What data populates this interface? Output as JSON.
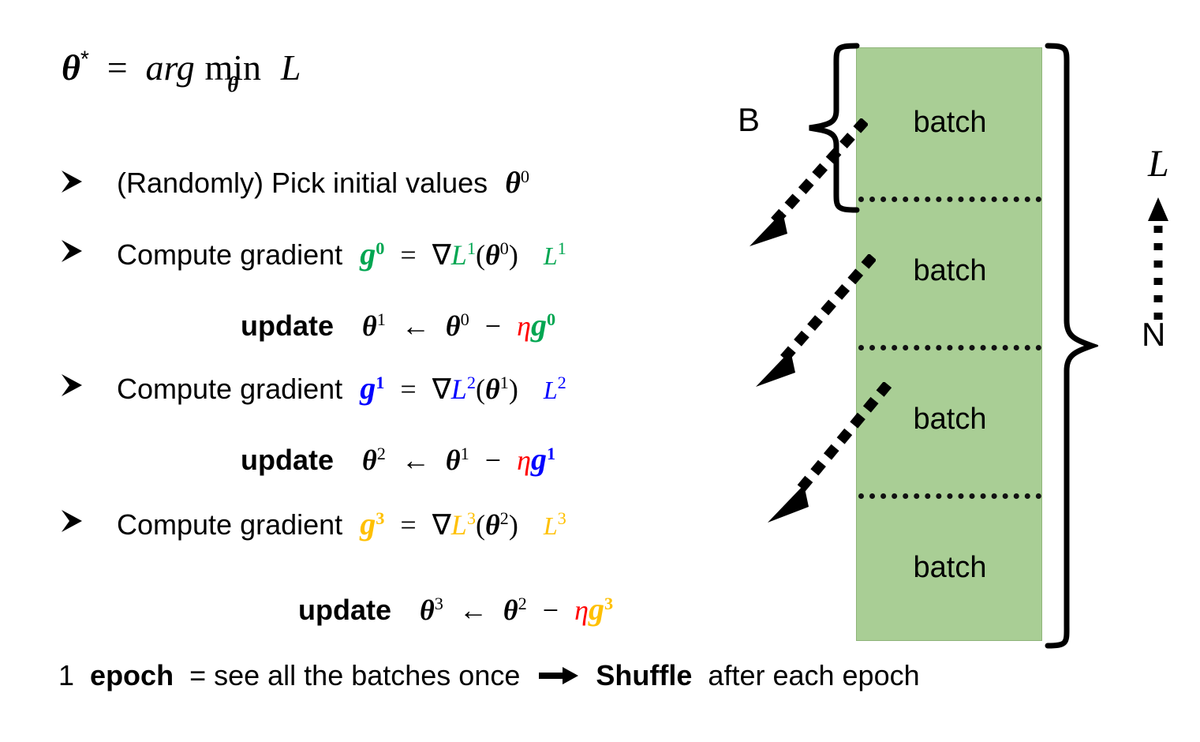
{
  "slide": {
    "title_formula": {
      "theta_star": "θ",
      "star": "*",
      "equals": "=",
      "argmin": "arg min",
      "sub": "θ",
      "loss": "L"
    },
    "bullets": [
      {
        "marker": "arrowhead-bullet",
        "text": "(Randomly) Pick initial values",
        "symbol": "θ",
        "superscript": "0"
      },
      {
        "marker": "arrowhead-bullet",
        "text": "Compute gradient",
        "g": "g",
        "g_sup": "0",
        "equals": "=",
        "nabla": "∇",
        "L": "L",
        "L_sup": "1",
        "open": "(",
        "theta": "θ",
        "theta_sup": "0",
        "close": ")",
        "tail_L": "L",
        "tail_L_sup": "1",
        "color": "#00A651"
      },
      {
        "marker": "arrowhead-bullet",
        "text": "Compute gradient",
        "g": "g",
        "g_sup": "1",
        "equals": "=",
        "nabla": "∇",
        "L": "L",
        "L_sup": "2",
        "open": "(",
        "theta": "θ",
        "theta_sup": "1",
        "close": ")",
        "tail_L": "L",
        "tail_L_sup": "2",
        "color": "#0000FF"
      },
      {
        "marker": "arrowhead-bullet",
        "text": "Compute gradient",
        "g": "g",
        "g_sup": "3",
        "equals": "=",
        "nabla": "∇",
        "L": "L",
        "L_sup": "3",
        "open": "(",
        "theta": "θ",
        "theta_sup": "2",
        "close": ")",
        "tail_L": "L",
        "tail_L_sup": "3",
        "color": "#FFC000"
      }
    ],
    "updates": [
      {
        "label": "update",
        "theta_new": "θ",
        "theta_new_sup": "1",
        "arrow": "←",
        "theta_old": "θ",
        "theta_old_sup": "0",
        "minus": "−",
        "eta": "η",
        "g": "g",
        "g_sup": "0",
        "eta_color": "#FF0000",
        "g_color": "#00A651"
      },
      {
        "label": "update",
        "theta_new": "θ",
        "theta_new_sup": "2",
        "arrow": "←",
        "theta_old": "θ",
        "theta_old_sup": "1",
        "minus": "−",
        "eta": "η",
        "g": "g",
        "g_sup": "1",
        "eta_color": "#FF0000",
        "g_color": "#0000FF"
      },
      {
        "label": "update",
        "theta_new": "θ",
        "theta_new_sup": "3",
        "arrow": "←",
        "theta_old": "θ",
        "theta_old_sup": "2",
        "minus": "−",
        "eta": "η",
        "g": "g",
        "g_sup": "3",
        "eta_color": "#FF0000",
        "g_color": "#FFC000"
      }
    ],
    "footer": {
      "count": "1",
      "epoch_word": "epoch",
      "middle": "= see all the batches once",
      "arrow_icon": "right-arrow-icon",
      "shuffle_word": "Shuffle",
      "tail": "after each epoch"
    },
    "diagram": {
      "batch_label": "batch",
      "batches": [
        "batch",
        "batch",
        "batch",
        "batch"
      ],
      "brace_batch_label": "B",
      "brace_total_label": "N",
      "axis_label": "L",
      "fill_color": "#A9CE95",
      "border_color": "#8FB47A",
      "divider_style": "dotted"
    }
  }
}
